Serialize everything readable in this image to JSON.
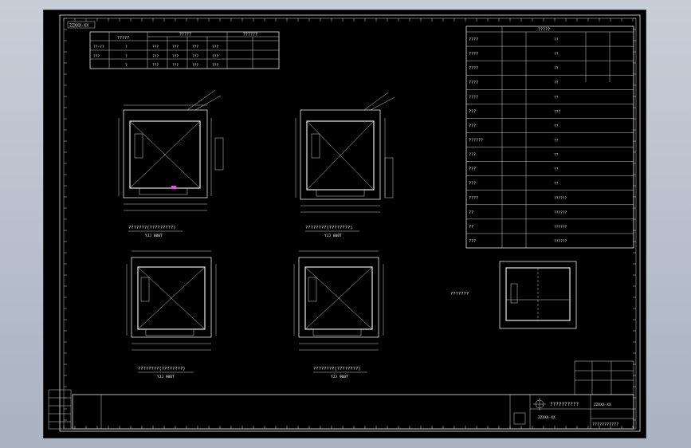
{
  "drawing": {
    "top_left_tag": "ZZXXX-XX",
    "spec_table": {
      "header_a": "?????",
      "header_b": "?????",
      "header_c": "??????",
      "rows": [
        {
          "label": "?",
          "cells": [
            "",
            "",
            "",
            "",
            "",
            "",
            ""
          ]
        },
        {
          "label": "??-??",
          "cells": [
            "?",
            "???",
            "???",
            "???",
            "???",
            "",
            ""
          ]
        },
        {
          "label": "???",
          "cells": [
            "?",
            "???",
            "???",
            "???",
            "???",
            "",
            ""
          ]
        },
        {
          "label": "",
          "cells": [
            "?",
            "???",
            "???",
            "???",
            "???",
            "",
            ""
          ]
        }
      ]
    },
    "plans": [
      {
        "caption": "???????(?????????)",
        "model": "YJJ 800T"
      },
      {
        "caption": "????????(????????)",
        "model": "YJJ 800T"
      },
      {
        "caption": "????????(????????)",
        "model": "YJJ 900T"
      },
      {
        "caption": "????????(????????)",
        "model": "YJJ 900T"
      }
    ],
    "side_label": "???????",
    "params_table": {
      "header": "?????",
      "rows": [
        {
          "label": "????",
          "value": "??"
        },
        {
          "label": "????",
          "value": "??"
        },
        {
          "label": "????",
          "value": "??"
        },
        {
          "label": "????",
          "value": "??"
        },
        {
          "label": "????",
          "value": "??"
        },
        {
          "label": "???",
          "value": "???"
        },
        {
          "label": "???",
          "value": "??"
        },
        {
          "label": "??????",
          "value": "??"
        },
        {
          "label": "???",
          "value": "??"
        },
        {
          "label": "???",
          "value": "??"
        },
        {
          "label": "???",
          "value": "??"
        },
        {
          "label": "????",
          "value": "??????"
        },
        {
          "label": "??",
          "value": "??????"
        },
        {
          "label": "??",
          "value": "??????"
        },
        {
          "label": "???",
          "value": "??????"
        }
      ]
    },
    "title_block": {
      "drawing_name": "??????????",
      "code": "ZZXXX-XX",
      "company": "???????????"
    }
  }
}
